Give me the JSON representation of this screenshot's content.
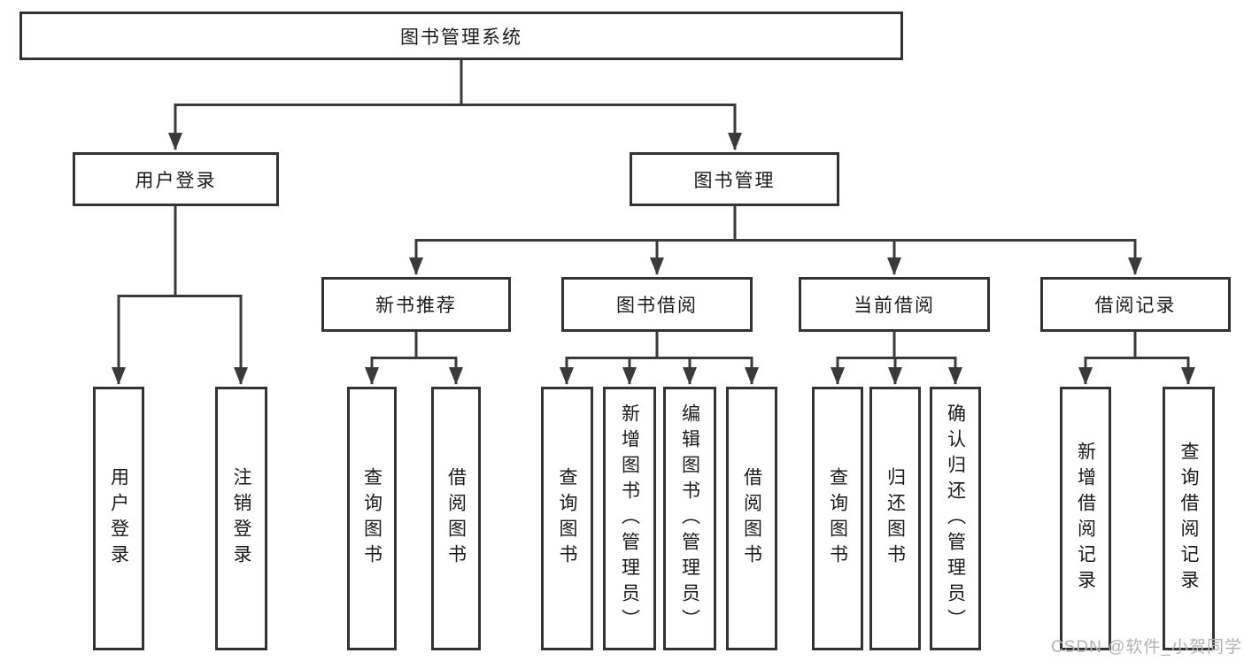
{
  "diagram_type": "hierarchy-tree",
  "root": {
    "label": "图书管理系统"
  },
  "level2": {
    "user_login": {
      "label": "用户登录"
    },
    "book_mgmt": {
      "label": "图书管理"
    }
  },
  "level3": {
    "new_books": {
      "label": "新书推荐"
    },
    "book_borrow": {
      "label": "图书借阅"
    },
    "current_borrow": {
      "label": "当前借阅"
    },
    "borrow_records": {
      "label": "借阅记录"
    }
  },
  "leaves": {
    "user_login": [
      "用户登录",
      "注销登录"
    ],
    "new_books": [
      "查询图书",
      "借阅图书"
    ],
    "book_borrow": [
      "查询图书",
      "新增图书（管理员）",
      "编辑图书（管理员）",
      "借阅图书"
    ],
    "current_borrow": [
      "查询图书",
      "归还图书",
      "确认归还（管理员）"
    ],
    "borrow_records": [
      "新增借阅记录",
      "查询借阅记录"
    ]
  },
  "watermark": {
    "text": "CSDN @软件_小贺同学"
  },
  "colors": {
    "line": "#3a3a3a",
    "border": "#333333",
    "text": "#1a1a1a",
    "background": "#ffffff",
    "watermark": "#b3b3b3"
  }
}
